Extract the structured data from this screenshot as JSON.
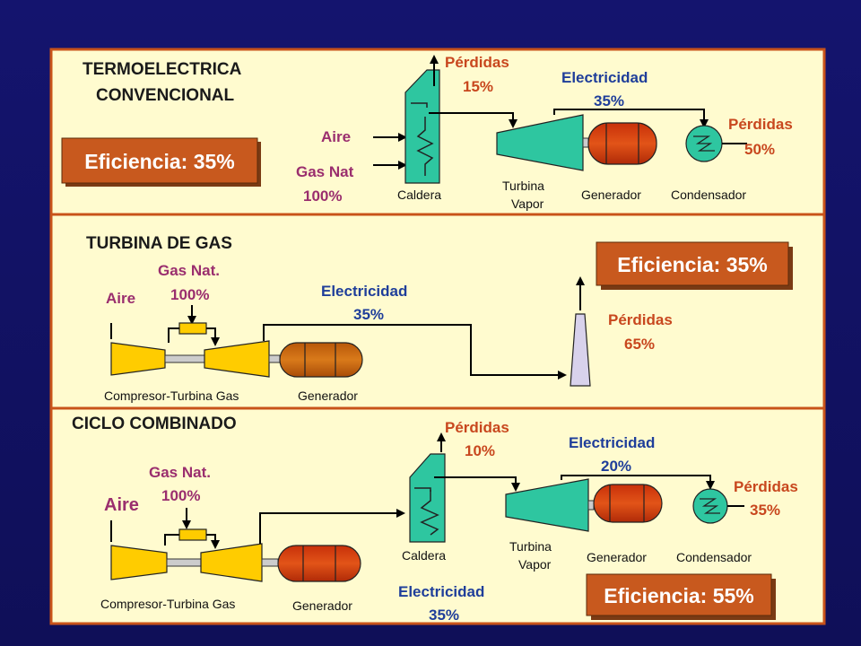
{
  "colors": {
    "background": "#14146e",
    "panel": "#fffbcf",
    "panel_border": "#c8531a",
    "efficiency_box": "#c8591e",
    "boiler": "#2ec6a0",
    "turbine": "#2ec6a0",
    "generator": "#d43c0c",
    "gas_compressor": "#ffcc00",
    "stack": "#d8d2ec",
    "loss_text": "#c8471e",
    "input_text": "#9a2e6e",
    "electricity_text": "#1f3e9a"
  },
  "panel1": {
    "title_line1": "TERMOELECTRICA",
    "title_line2": "CONVENCIONAL",
    "efficiency": "Eficiencia: 35%",
    "losses_top_label": "Pérdidas",
    "losses_top_value": "15%",
    "electricity_label": "Electricidad",
    "electricity_value": "35%",
    "losses_right_label": "Pérdidas",
    "losses_right_value": "50%",
    "air_label": "Aire",
    "gas_label": "Gas Nat",
    "gas_value": "100%",
    "boiler_label": "Caldera",
    "turbine_label_1": "Turbina",
    "turbine_label_2": "Vapor",
    "generator_label": "Generador",
    "condenser_label": "Condensador"
  },
  "panel2": {
    "title": "TURBINA DE GAS",
    "efficiency": "Eficiencia: 35%",
    "gas_label": "Gas Nat.",
    "gas_value": "100%",
    "air_label": "Aire",
    "electricity_label": "Electricidad",
    "electricity_value": "35%",
    "losses_label": "Pérdidas",
    "losses_value": "65%",
    "compressor_label": "Compresor-Turbina Gas",
    "generator_label": "Generador"
  },
  "panel3": {
    "title": "CICLO COMBINADO",
    "efficiency": "Eficiencia: 55%",
    "gas_label": "Gas Nat.",
    "gas_value": "100%",
    "air_label": "Aire",
    "losses_top_label": "Pérdidas",
    "losses_top_value": "10%",
    "electricity_top_label": "Electricidad",
    "electricity_top_value": "20%",
    "losses_right_label": "Pérdidas",
    "losses_right_value": "35%",
    "boiler_label": "Caldera",
    "turbine_label_1": "Turbina",
    "turbine_label_2": "Vapor",
    "generator_label": "Generador",
    "condenser_label": "Condensador",
    "compressor_label": "Compresor-Turbina Gas",
    "gas_generator_label": "Generador",
    "electricity_bottom_label": "Electricidad",
    "electricity_bottom_value": "35%"
  },
  "icons": [
    "boiler-icon",
    "steam-turbine-icon",
    "generator-icon",
    "condenser-icon",
    "gas-compressor-turbine-icon",
    "exhaust-stack-icon",
    "combustor-icon",
    "flow-arrow-icon"
  ]
}
